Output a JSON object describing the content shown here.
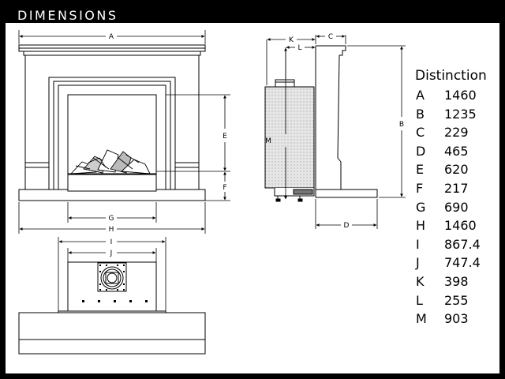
{
  "title": "DIMENSIONS",
  "spec": {
    "heading": "Distinction",
    "rows": [
      {
        "key": "A",
        "value": "1460"
      },
      {
        "key": "B",
        "value": "1235"
      },
      {
        "key": "C",
        "value": "229"
      },
      {
        "key": "D",
        "value": "465"
      },
      {
        "key": "E",
        "value": "620"
      },
      {
        "key": "F",
        "value": "217"
      },
      {
        "key": "G",
        "value": "690"
      },
      {
        "key": "H",
        "value": "1460"
      },
      {
        "key": "I",
        "value": "867.4"
      },
      {
        "key": "J",
        "value": "747.4"
      },
      {
        "key": "K",
        "value": "398"
      },
      {
        "key": "L",
        "value": "255"
      },
      {
        "key": "M",
        "value": "903"
      }
    ]
  },
  "labels": {
    "A": "A",
    "B": "B",
    "C": "C",
    "D": "D",
    "E": "E",
    "F": "F",
    "G": "G",
    "H": "H",
    "I": "I",
    "J": "J",
    "K": "K",
    "L": "L",
    "M": "M"
  },
  "colors": {
    "background": "#000000",
    "panel": "#ffffff",
    "line": "#000000",
    "fill": "#d9d9d9"
  }
}
